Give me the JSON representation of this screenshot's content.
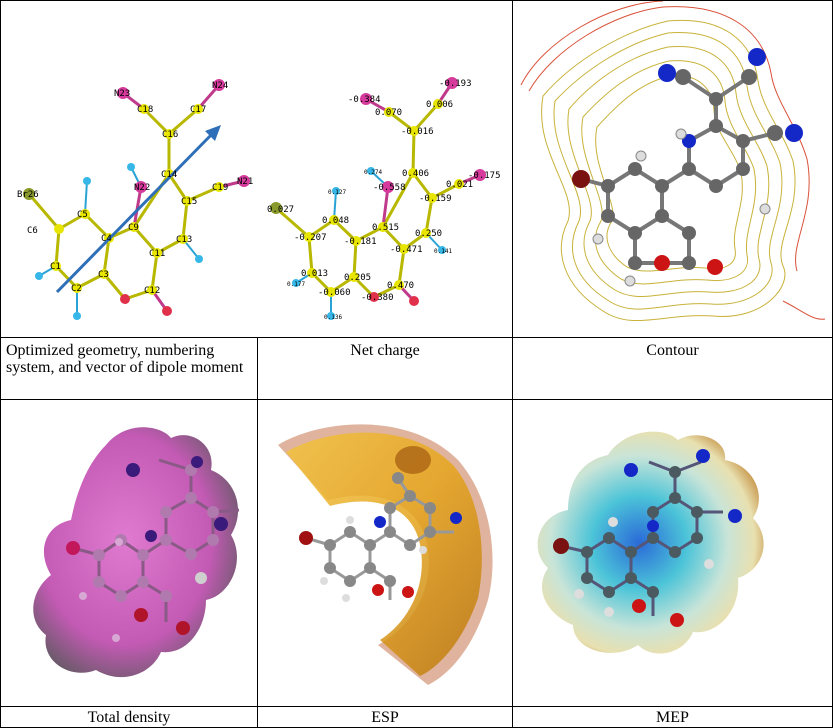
{
  "captions": {
    "geometry": "Optimized geometry, numbering system, and vector of dipole moment",
    "net_charge": "Net charge",
    "contour": "Contour",
    "total_density": "Total density",
    "esp": "ESP",
    "mep": "MEP"
  },
  "geometry_labels": {
    "Br26": "Br26",
    "C6": "C6",
    "C5": "C5",
    "C4": "C4",
    "C9": "C9",
    "C1": "C1",
    "C2": "C2",
    "C3": "C3",
    "C11": "C11",
    "C12": "C12",
    "C13": "C13",
    "C14": "C14",
    "C15": "C15",
    "C16": "C16",
    "C17": "C17",
    "C18": "C18",
    "C19": "C19",
    "N22": "N22",
    "N23": "N23",
    "N24": "N24",
    "N21": "N21"
  },
  "net_charges": {
    "br": "0.027",
    "c6": "-0.207",
    "c5": "0.048",
    "c4": "-0.181",
    "c9": "0.515",
    "c1": "0.013",
    "c2": "-0.060",
    "c3": "0.205",
    "c11": "-0.471",
    "c12": "0.470",
    "o": "-0.380",
    "c13": "0.250",
    "c14": "0.406",
    "c15": "-0.159",
    "c16": "-0.016",
    "c17": "0.006",
    "c18": "0.070",
    "c19": "0.021",
    "n22": "-0.558",
    "n23": "-0.384",
    "n24": "-0.193",
    "n21": "-0.175",
    "h27": "0.274",
    "h25": "0.127",
    "h_a": "0.177",
    "h_b": "0.136",
    "h_c": "0.141"
  },
  "colors": {
    "carbon_yellow": "#e8e600",
    "nitrogen_magenta": "#d63a9c",
    "hydrogen_cyan": "#36b7e8",
    "bromine_olive": "#8a9a2a",
    "oxygen_red": "#e0304a",
    "dipole_arrow": "#2f6fb8",
    "density_pink": "#c35ab4",
    "esp_orange": "#e5a41c"
  }
}
